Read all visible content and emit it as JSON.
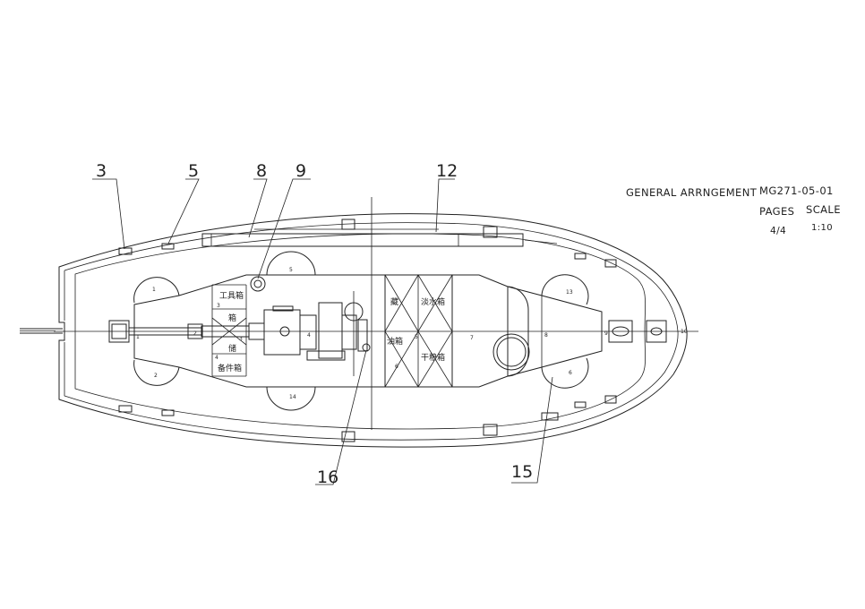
{
  "title_block": {
    "title": "GENERAL ARRNGEMENT",
    "drawing_no": "MG271-05-01",
    "pages_label": "PAGES",
    "pages_value": "4/4",
    "scale_label": "SCALE",
    "scale_value": "1:10"
  },
  "callouts": [
    "3",
    "5",
    "8",
    "9",
    "12",
    "16",
    "15"
  ],
  "station_labels": [
    "1",
    "2",
    "3",
    "4",
    "5",
    "6",
    "7",
    "8",
    "9",
    "10"
  ],
  "compartment_labels": [
    "1",
    "2",
    "3",
    "4",
    "5",
    "14",
    "13",
    "6"
  ],
  "tank_labels": {
    "tool_box": "工具箱",
    "spare_box": "备件箱",
    "fresh_water_tank": "淡水箱",
    "oil_tank": "油箱",
    "dry_box": "干粮箱",
    "stores": "储",
    "stores_b": "藏",
    "box": "箱"
  }
}
